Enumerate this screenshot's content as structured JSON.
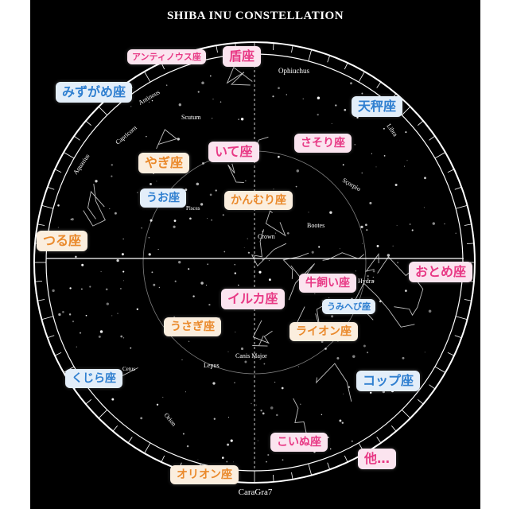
{
  "header": {
    "title": "SHIBA INU CONSTELLATION"
  },
  "footer": {
    "credit": "CaraGra7"
  },
  "map_labels": {
    "ophiuchus": "Ophiuchus",
    "antinous": "Antinous",
    "scutum": "Scutum",
    "capricorn": "Capricorn",
    "aquarius": "Aquarius",
    "libra": "Libra",
    "scorpio": "Scorpio",
    "crown": "Crown",
    "bootes": "Bootes",
    "hydra": "Hydra",
    "canis_major": "Canis Major",
    "lepus": "Lepus",
    "orion": "Orion",
    "pisces": "Pisces",
    "cetus": "Cetus"
  },
  "colors": {
    "blue": "#2f7fd0",
    "orange": "#ea8a2c",
    "pink": "#e83a86"
  },
  "constellations": {
    "antinous": "アンティノウス座",
    "scutum": "盾座",
    "aquarius": "みずがめ座",
    "libra": "天秤座",
    "sagittarius": "いて座",
    "scorpio": "さそり座",
    "capricorn": "やぎ座",
    "pisces": "うお座",
    "corona": "かんむり座",
    "grus": "つる座",
    "virgo": "おとめ座",
    "bootes": "牛飼い座",
    "delphinus": "イルカ座",
    "serpens": "うみへび座",
    "lepus": "うさぎ座",
    "leo": "ライオン座",
    "cetus": "くじら座",
    "crater": "コップ座",
    "canis_minor": "こいぬ座",
    "others": "他…",
    "orion": "オリオン座"
  }
}
